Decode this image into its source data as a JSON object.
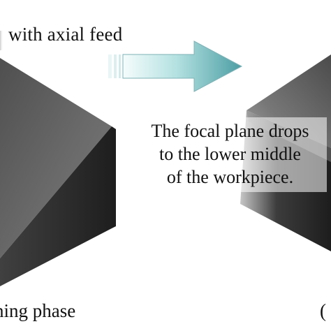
{
  "labels": {
    "top": "with axial feed",
    "focal_line_1": "The focal plane drops",
    "focal_line_2": "to the lower middle",
    "focal_line_3": "of the workpiece.",
    "bottom_left": "ning phase",
    "bottom_right": "("
  },
  "colors": {
    "background": "#ffffff",
    "text": "#111111",
    "arrow_fill_light": "#eef9f9",
    "arrow_fill_mid": "#8fcfcf",
    "arrow_fill_dark": "#3f9e9e",
    "block_top": "#5a5a5a",
    "block_front": "#2f2f2f",
    "block_side": "#7a7a7a",
    "right_block_top": "#6e6e6e",
    "right_block_face": "#2d2d2d",
    "right_block_light": "#9a9a9a"
  }
}
